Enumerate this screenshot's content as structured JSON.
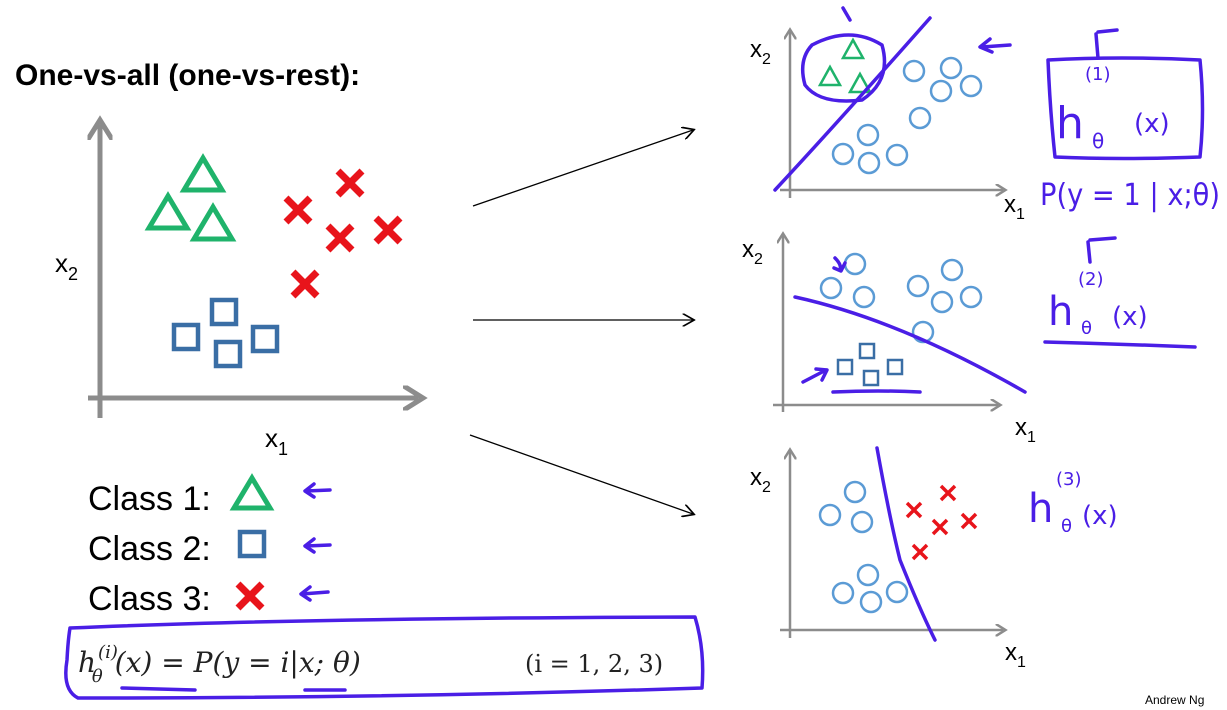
{
  "slide": {
    "title": "One-vs-all (one-vs-rest):",
    "footer": "Andrew Ng",
    "axis_x": "x",
    "axis_y": "x",
    "sub_1": "1",
    "sub_2": "2",
    "classes": [
      {
        "label": "Class 1:",
        "marker": "triangle",
        "color": "#1fb36b"
      },
      {
        "label": "Class 2:",
        "marker": "square",
        "color": "#3a6ea5"
      },
      {
        "label": "Class 3:",
        "marker": "cross",
        "color": "#e8141b"
      }
    ],
    "formula": {
      "lhs": "h",
      "sup": "(i)",
      "sub": "θ",
      "rhs": "(x) = P(y = i|x; θ)",
      "range": "(i = 1, 2, 3)"
    },
    "annotations": {
      "h1": "h",
      "h1_sup": "(1)",
      "h1_args": "(x)",
      "h1_prob": "P(y = 1 | x;θ)",
      "h2_sup": "(2)",
      "h2_args": "(x)",
      "h3_sup": "(3)",
      "h3_args": "(x)",
      "theta": "θ",
      "circle_mark": "1"
    }
  }
}
